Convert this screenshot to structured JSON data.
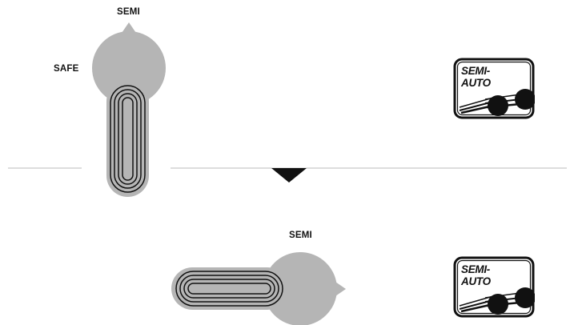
{
  "top_selector": {
    "label_semi": "SEMI",
    "label_safe": "SAFE",
    "state": "safe"
  },
  "bottom_selector": {
    "label_semi": "SEMI",
    "state": "semi"
  },
  "transition_icon": "down-arrow-icon",
  "badge_top": {
    "line1": "SEMI-",
    "line2": "AUTO",
    "icon": "bullets-icon"
  },
  "badge_bottom": {
    "line1": "SEMI-",
    "line2": "AUTO",
    "icon": "bullets-icon"
  },
  "colors": {
    "lever_fill": "#b5b5b5",
    "outline": "#111111",
    "divider": "#bbbbbb",
    "background": "#ffffff"
  }
}
